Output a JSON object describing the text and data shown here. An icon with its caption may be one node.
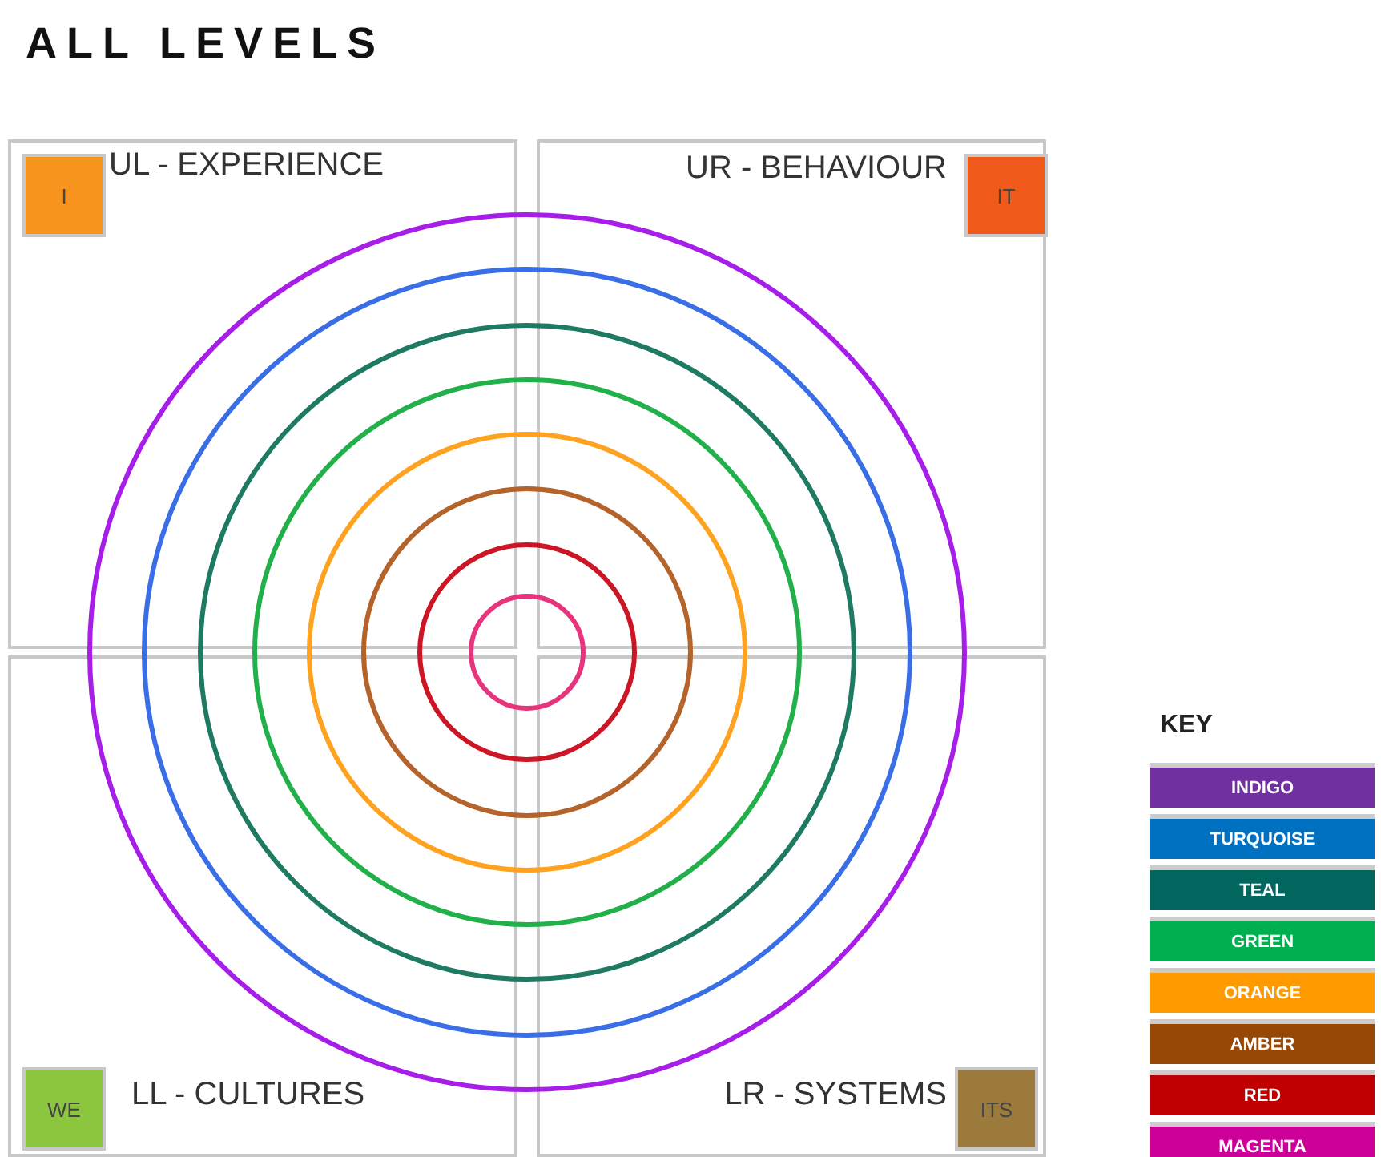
{
  "diagram": {
    "title": "ALL LEVELS",
    "nodes": [
      {
        "text": [
          "I",
          "UL - EXPERIENCE"
        ]
      },
      {
        "text": [
          "UR - BEHAVIOUR",
          "IT"
        ]
      },
      {
        "text": [
          "WE",
          "LL - CULTURES"
        ]
      },
      {
        "text": [
          "LR - SYSTEMS",
          "ITS"
        ]
      }
    ],
    "edges": [],
    "labels": [
      "KEY"
    ],
    "legend": [
      {
        "text": "INDIGO",
        "color": "#7030a0"
      },
      {
        "text": "TURQUOISE",
        "color": "#0070c0"
      },
      {
        "text": "TEAL",
        "color": "#00665e"
      },
      {
        "text": "GREEN",
        "color": "#00b050"
      },
      {
        "text": "ORANGE",
        "color": "#ff9900"
      },
      {
        "text": "AMBER",
        "color": "#974706"
      },
      {
        "text": "RED",
        "color": "#c00000"
      },
      {
        "text": "MAGENTA",
        "color": "#cc0099"
      }
    ]
  }
}
